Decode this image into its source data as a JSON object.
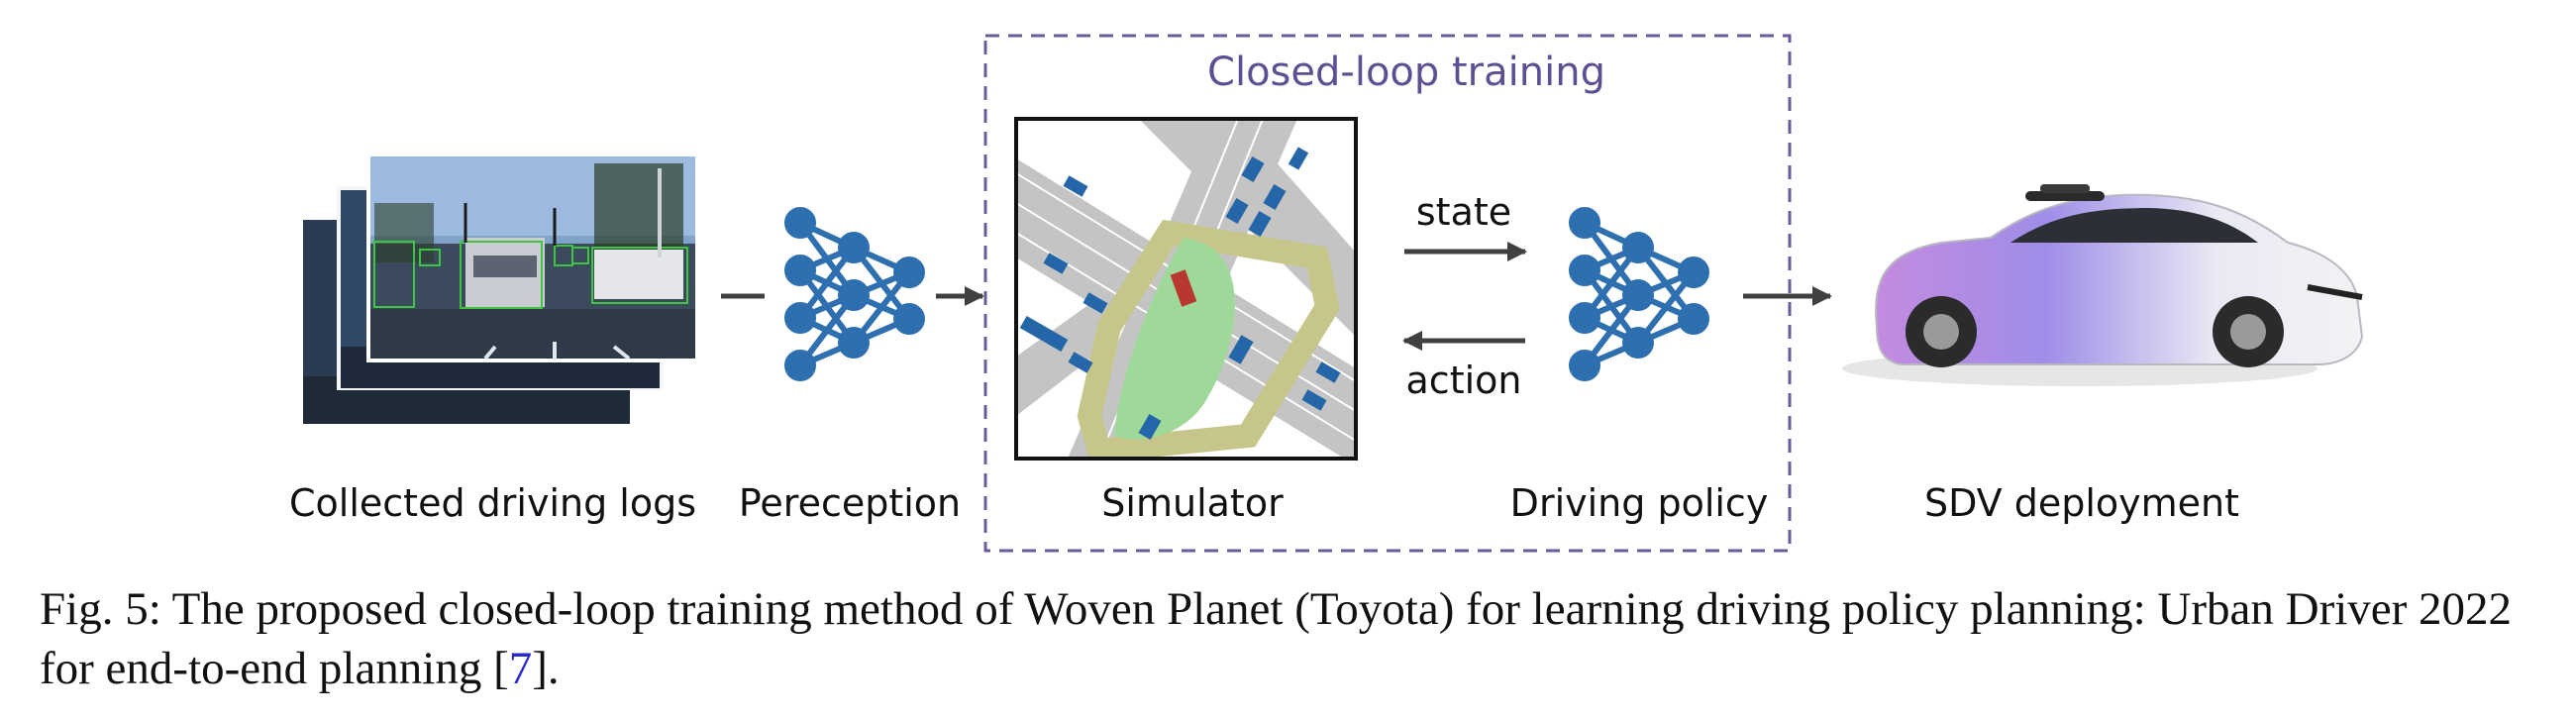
{
  "figure": {
    "loop_title": "Closed-loop training",
    "stages": {
      "logs": "Collected driving logs",
      "perception": "Pereception",
      "simulator": "Simulator",
      "policy": "Driving policy",
      "deployment": "SDV deployment"
    },
    "arrows": {
      "state": "state",
      "action": "action"
    },
    "colors": {
      "network": "#2e6faf",
      "loop_border": "#6a5a9a",
      "arrow": "#404040",
      "road": "#c4c4c4",
      "curb": "#c6c58a",
      "green_area": "#9ed99a",
      "ego_vehicle": "#b8372f",
      "other_vehicles": "#2566a8"
    }
  },
  "caption": {
    "text": "Fig. 5: The proposed closed-loop training method of Woven Planet (Toyota) for learning driving policy planning: Urban Driver 2022 for end-to-end planning [",
    "ref": "7",
    "end": "]."
  }
}
